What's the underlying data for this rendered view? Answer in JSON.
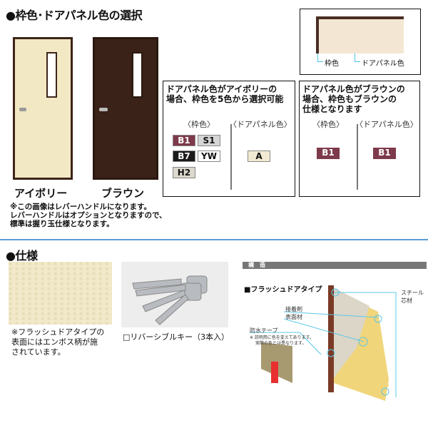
{
  "section1": {
    "title": "●枠色･ドアパネル色の選択",
    "doors": [
      {
        "label": "アイボリー",
        "panel_color": "#f3e8c4",
        "frame_color": "#3b2418"
      },
      {
        "label": "ブラウン",
        "panel_color": "#3a2218",
        "frame_color": "#2a1810"
      }
    ],
    "notes": [
      "※この画像はレバーハンドルになります。",
      "レバーハンドルはオプションとなりますので、",
      "標準は握り玉仕様となります。"
    ],
    "legend": {
      "frame_label": "枠色",
      "panel_label": "ドアパネル色"
    },
    "ivory_box": {
      "title_lines": [
        "ドアパネル色がアイボリーの",
        "場合、枠色を5色から選択可能"
      ],
      "frame_header": "〈枠色〉",
      "panel_header": "〈ドアパネル色〉",
      "frame_colors": [
        {
          "code": "B1",
          "bg": "#7d3a4a",
          "fg": "#ffffff"
        },
        {
          "code": "S1",
          "bg": "#d6d6d6",
          "fg": "#111111"
        },
        {
          "code": "B7",
          "bg": "#1c1a1a",
          "fg": "#ffffff"
        },
        {
          "code": "YW",
          "bg": "#ffffff",
          "fg": "#111111"
        },
        {
          "code": "H2",
          "bg": "#dcd8cc",
          "fg": "#111111"
        }
      ],
      "panel_colors": [
        {
          "code": "A",
          "bg": "#f1ead2",
          "fg": "#111111"
        }
      ]
    },
    "brown_box": {
      "title_lines": [
        "ドアパネル色がブラウンの",
        "場合、枠色もブラウンの",
        "仕様となります"
      ],
      "frame_header": "〈枠色〉",
      "panel_header": "〈ドアパネル色〉",
      "frame_color": {
        "code": "B1",
        "bg": "#7d3a4a",
        "fg": "#ffffff"
      },
      "panel_color": {
        "code": "B1",
        "bg": "#7d3a4a",
        "fg": "#ffffff"
      }
    }
  },
  "section2": {
    "title": "●仕様",
    "texture_caption": [
      "※フラッシュドアタイプの",
      "表面にはエンボス柄が施",
      "されています。"
    ],
    "key_caption": "□リバーシブルキー（3本入）",
    "structure": {
      "header": "構　造",
      "type_title": "■フラッシュドアタイプ",
      "labels": {
        "steel_core": "スチール芯材",
        "adhesive": "接着剤",
        "surface": "表面材",
        "tape": "防水テープ"
      },
      "tape_notes": [
        "※ 説明用に色を変えてあります。",
        "実際の色とは異なります。"
      ]
    }
  },
  "accent_color": "#5b9bd5"
}
